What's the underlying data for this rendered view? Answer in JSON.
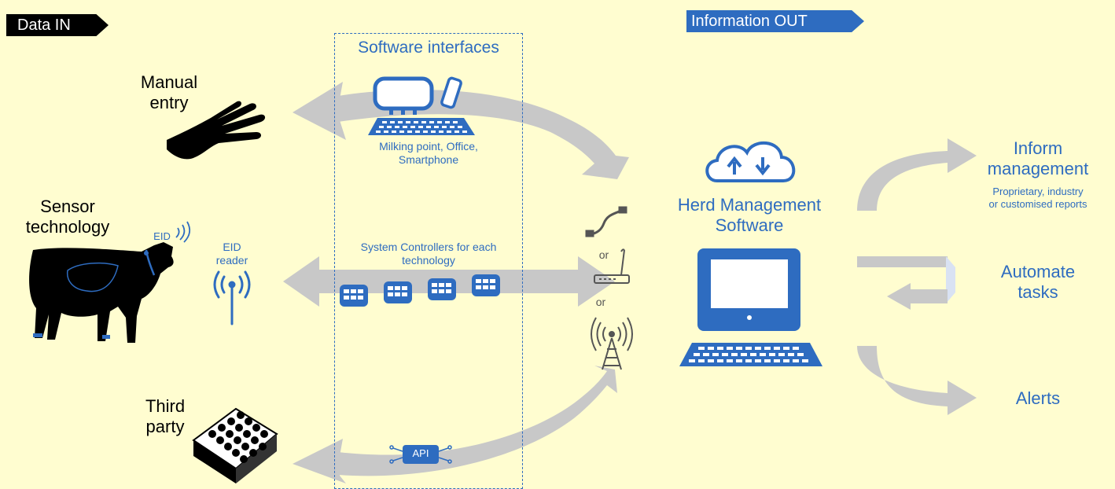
{
  "tags": {
    "data_in": "Data IN",
    "info_out": "Information OUT"
  },
  "sources": {
    "manual": "Manual\nentry",
    "sensor": "Sensor\ntechnology",
    "third_party": "Third\nparty",
    "eid": "EID",
    "eid_reader": "EID\nreader"
  },
  "software": {
    "title": "Software interfaces",
    "devices": "Milking point, Office,\nSmartphone",
    "controllers": "System Controllers for each\ntechnology",
    "api": "API"
  },
  "connectivity": {
    "or1": "or",
    "or2": "or"
  },
  "hms": {
    "title": "Herd Management\nSoftware"
  },
  "outputs": {
    "inform_title": "Inform\nmanagement",
    "inform_sub": "Proprietary, industry\nor customised reports",
    "automate": "Automate\ntasks",
    "alerts": "Alerts"
  },
  "colors": {
    "background": "#fffdd0",
    "accent": "#2e6cc0",
    "arrow": "#c8c8c8"
  },
  "icons": [
    "hand-icon",
    "cow-icon",
    "eid-tag-icon",
    "antenna-icon",
    "sensor-array-icon",
    "terminal-icon",
    "smartphone-icon",
    "keyboard-icon",
    "controller-icon",
    "api-icon",
    "cable-icon",
    "router-icon",
    "cell-tower-icon",
    "cloud-sync-icon",
    "computer-icon"
  ]
}
